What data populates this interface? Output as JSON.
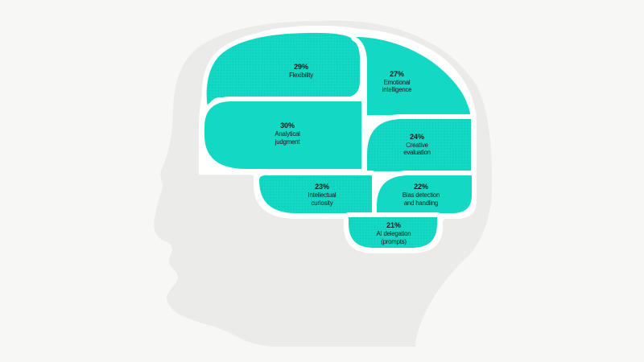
{
  "chart_data": {
    "type": "pie",
    "variant": "proportional brain-segment infographic inside a human head silhouette",
    "unit": "%",
    "categories": [
      "Flexibility",
      "Emotional intelligence",
      "Analytical judgment",
      "Creative evaluation",
      "Intellectual curiosity",
      "Bias detection and handling",
      "AI delegation (prompts)"
    ],
    "values": [
      29,
      27,
      30,
      24,
      23,
      22,
      21
    ],
    "title": "",
    "xlabel": "",
    "ylabel": "",
    "legend": "none",
    "grid": false
  },
  "segments": [
    {
      "id": "flexibility",
      "pct": "29%",
      "lines": [
        "Flexibility"
      ],
      "texture": "dotted"
    },
    {
      "id": "emotional-intelligence",
      "pct": "27%",
      "lines": [
        "Emotional",
        "intelligence"
      ],
      "texture": "solid"
    },
    {
      "id": "analytical-judgment",
      "pct": "30%",
      "lines": [
        "Analytical",
        "judgment"
      ],
      "texture": "solid"
    },
    {
      "id": "creative-evaluation",
      "pct": "24%",
      "lines": [
        "Creative",
        "evaluation"
      ],
      "texture": "dotted"
    },
    {
      "id": "intellectual-curiosity",
      "pct": "23%",
      "lines": [
        "Intellectual",
        "curiosity"
      ],
      "texture": "dotted"
    },
    {
      "id": "bias-detection",
      "pct": "22%",
      "lines": [
        "Bias detection",
        "and handling"
      ],
      "texture": "solid"
    },
    {
      "id": "ai-delegation",
      "pct": "21%",
      "lines": [
        "AI delegation",
        "(prompts)"
      ],
      "texture": "dotted"
    }
  ],
  "colors": {
    "background": "#f7f7f6",
    "head": "#ebebea",
    "segment": "#12d8c4",
    "segment_dot": "#0ec2b0",
    "gap": "#ffffff",
    "label": "#161616"
  }
}
